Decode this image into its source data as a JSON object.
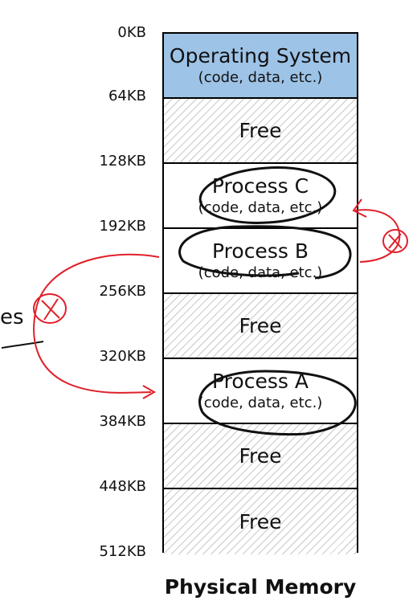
{
  "addresses": [
    "0KB",
    "64KB",
    "128KB",
    "192KB",
    "256KB",
    "320KB",
    "384KB",
    "448KB",
    "512KB"
  ],
  "segments": [
    {
      "title": "Operating System",
      "subtitle": "(code, data, etc.)"
    },
    {
      "title": "Free",
      "subtitle": ""
    },
    {
      "title": "Process C",
      "subtitle": "(code, data, etc.)"
    },
    {
      "title": "Process B",
      "subtitle": "(code, data, etc.)"
    },
    {
      "title": "Free",
      "subtitle": ""
    },
    {
      "title": "Process A",
      "subtitle": "(code, data, etc.)"
    },
    {
      "title": "Free",
      "subtitle": ""
    },
    {
      "title": "Free",
      "subtitle": ""
    }
  ],
  "caption": "Physical Memory",
  "left_fragment": "es",
  "colors": {
    "os_fill": "#9dc3e6",
    "free_hatch": "#c9c9c9",
    "annotation_red": "#e0202a",
    "annotation_black": "#111111"
  }
}
